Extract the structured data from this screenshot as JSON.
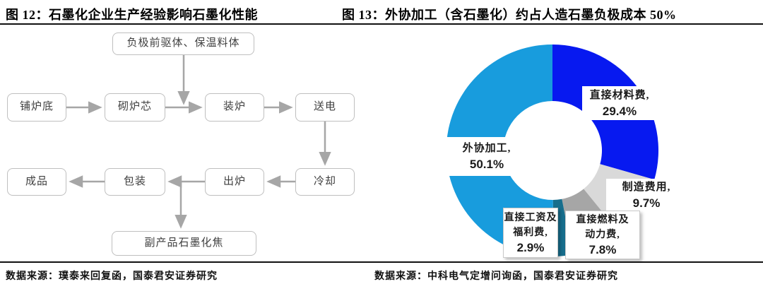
{
  "figures": {
    "fig12": {
      "title": "图 12：石墨化企业生产经验影响石墨化性能",
      "source": "数据来源：璞泰来回复函，国泰君安证券研究",
      "flowchart": {
        "top_box": "负极前驱体、保温料体",
        "row1": [
          "铺炉底",
          "砌炉芯",
          "装炉",
          "送电"
        ],
        "row2": [
          "成品",
          "包装",
          "出炉",
          "冷却"
        ],
        "bottom_box": "副产品石墨化焦",
        "box_border_color": "#bfbfbf",
        "arrow_color": "#a6a6a6"
      }
    },
    "fig13": {
      "title": "图 13：外协加工（含石墨化）约占人造石墨负极成本 50%",
      "source": "数据来源：中科电气定增问询函，国泰君安证券研究",
      "chart_data": {
        "type": "pie",
        "subtype": "donut",
        "start_angle_deg": 0,
        "direction": "clockwise",
        "legend_position": "none",
        "title": "",
        "slices": [
          {
            "key": "material",
            "label": "直接材料费",
            "value": 29.4,
            "color": "#0719f0",
            "label_lines": [
              "直接材料费,",
              "29.4%"
            ]
          },
          {
            "key": "mfg",
            "label": "制造费用",
            "value": 9.7,
            "color": "#d9d9d9",
            "label_lines": [
              "制造费用,",
              "9.7%"
            ]
          },
          {
            "key": "fuel",
            "label": "直接燃料及动力费",
            "value": 7.8,
            "color": "#a6a6a6",
            "label_lines": [
              "直接燃料及",
              "动力费,",
              "7.8%"
            ]
          },
          {
            "key": "wages",
            "label": "直接工资及福利费",
            "value": 2.9,
            "color": "#176e8d",
            "label_lines": [
              "直接工资及",
              "福利费,",
              "2.9%"
            ]
          },
          {
            "key": "outsource",
            "label": "外协加工",
            "value": 50.1,
            "color": "#189cdd",
            "label_lines": [
              "外协加工,",
              "50.1%"
            ]
          }
        ]
      }
    }
  }
}
